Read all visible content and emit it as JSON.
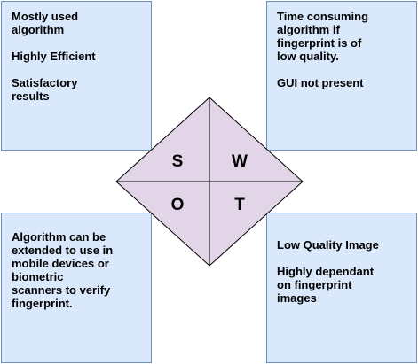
{
  "swot": {
    "strengths": {
      "letter": "S",
      "lines": [
        "Mostly used\nalgorithm",
        "Highly Efficient",
        "Satisfactory\nresults"
      ]
    },
    "weaknesses": {
      "letter": "W",
      "lines": [
        "Time consuming\nalgorithm if\nfingerprint is of\nlow quality.",
        "GUI not present"
      ]
    },
    "opportunities": {
      "letter": "O",
      "lines": [
        "Algorithm can be\nextended to use in\nmobile devices or\nbiometric\nscanners to verify\nfingerprint."
      ]
    },
    "threats": {
      "letter": "T",
      "lines": [
        "Low Quality Image",
        "Highly dependant\non fingerprint\nimages"
      ]
    }
  },
  "colors": {
    "box_fill": "#dae8fc",
    "box_border": "#6c8ebf",
    "diamond_fill": "#e1d5e7",
    "diamond_border": "#000000"
  }
}
